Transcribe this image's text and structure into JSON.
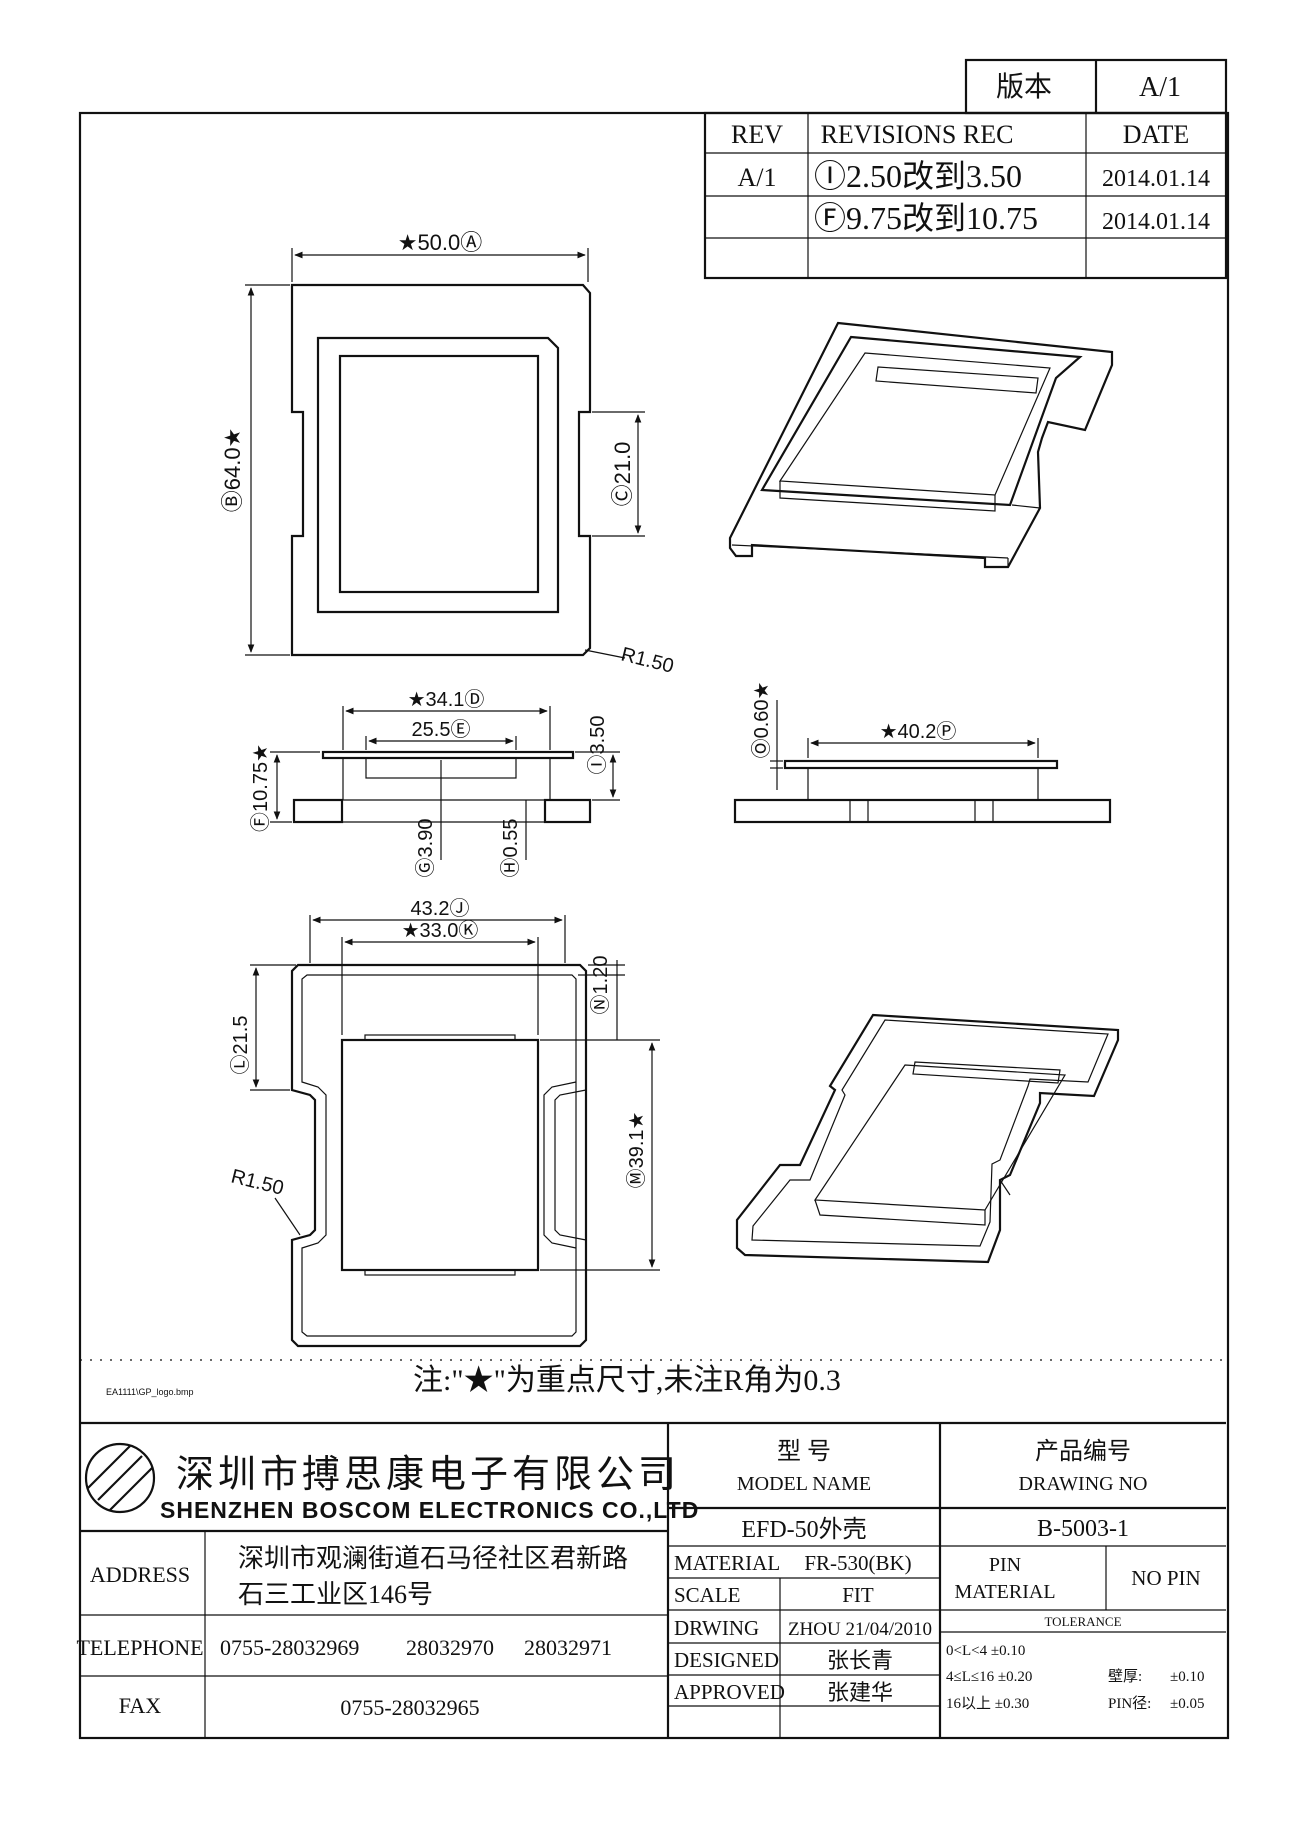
{
  "version_box": {
    "label": "版本",
    "value": "A/1"
  },
  "revisions": {
    "headers": {
      "rev": "REV",
      "rec": "REVISIONS REC",
      "date": "DATE"
    },
    "rows": [
      {
        "rev": "A/1",
        "rec": "Ⓘ2.50改到3.50",
        "date": "2014.01.14"
      },
      {
        "rev": "",
        "rec": "Ⓕ9.75改到10.75",
        "date": "2014.01.14"
      },
      {
        "rev": "",
        "rec": "",
        "date": ""
      }
    ]
  },
  "top_view": {
    "dim_width": "★50.0Ⓐ",
    "dim_height": "Ⓑ64.0★",
    "dim_side": "Ⓒ21.0",
    "radius": "R1.50"
  },
  "side_view": {
    "dim_34": "★34.1Ⓓ",
    "dim_255": "25.5Ⓔ",
    "dim_350": "Ⓘ3.50",
    "dim_1075": "Ⓕ10.75★",
    "dim_390": "Ⓖ3.90",
    "dim_055": "Ⓗ0.55"
  },
  "end_view": {
    "dim_402": "★40.2Ⓟ",
    "dim_060": "Ⓞ0.60★"
  },
  "bottom_view": {
    "dim_432": "43.2Ⓙ",
    "dim_330": "★33.0Ⓚ",
    "dim_215": "Ⓛ21.5",
    "dim_120": "Ⓝ1.20",
    "dim_391": "Ⓜ39.1★",
    "radius": "R1.50"
  },
  "note": "注:\"★\"为重点尺寸,未注R角为0.3",
  "logo_file": "EA1111\\GP_logo.bmp",
  "title_block": {
    "company_cn": "深圳市搏思康电子有限公司",
    "company_en": "SHENZHEN BOSCOM ELECTRONICS CO.,LTD",
    "address_label": "ADDRESS",
    "address_line1": "深圳市观澜街道石马径社区君新路",
    "address_line2": "石三工业区146号",
    "telephone_label": "TELEPHONE",
    "telephone_1": "0755-28032969",
    "telephone_2": "28032970",
    "telephone_3": "28032971",
    "fax_label": "FAX",
    "fax": "0755-28032965",
    "model_label_cn": "型    号",
    "model_label_en": "MODEL NAME",
    "model_value": "EFD-50外壳",
    "drawing_label_cn": "产品编号",
    "drawing_label_en": "DRAWING NO",
    "drawing_value": "B-5003-1",
    "material_label": "MATERIAL",
    "material_value": "FR-530(BK)",
    "scale_label": "SCALE",
    "scale_value": "FIT",
    "drawing_by_label": "DRWING",
    "drawing_by_value": "ZHOU 21/04/2010",
    "designed_label": "DESIGNED",
    "designed_value": "张长青",
    "approved_label": "APPROVED",
    "approved_value": "张建华",
    "pin_label_1": "PIN",
    "pin_label_2": "MATERIAL",
    "pin_value": "NO PIN",
    "tolerance_label": "TOLERANCE",
    "tol_1": "0<L<4   ±0.10",
    "tol_2": "4≤L≤16  ±0.20",
    "tol_3": "16以上    ±0.30",
    "wall_label": "壁厚:",
    "wall_value": "±0.10",
    "pin_dia_label": "PIN径:",
    "pin_dia_value": "±0.05"
  }
}
